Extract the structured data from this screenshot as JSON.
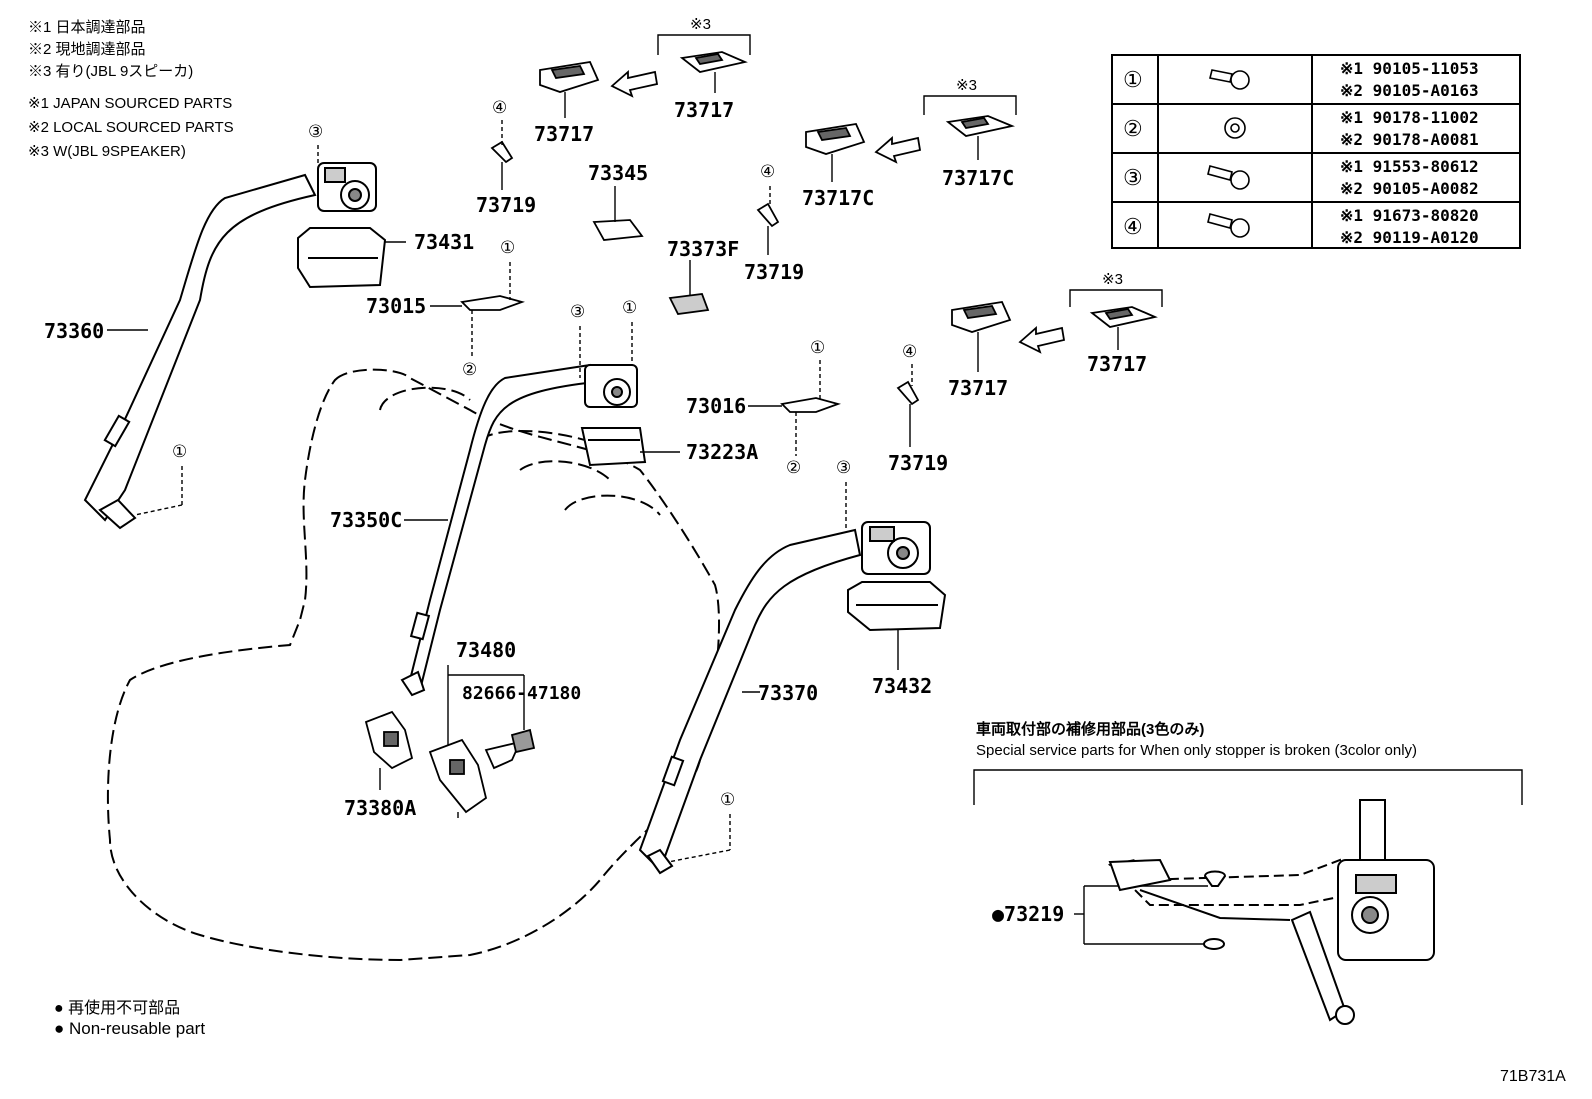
{
  "notes": [
    "※1 日本調達部品",
    "※2 現地調達部品",
    "※3 有り(JBL 9スピーカ)",
    "※1 JAPAN SOURCED PARTS",
    "※2 LOCAL SOURCED PARTS",
    "※3 W(JBL 9SPEAKER)"
  ],
  "mark3": "※3",
  "circles": [
    "①",
    "②",
    "③",
    "④"
  ],
  "parts": {
    "p73717": "73717",
    "p73717c": "73717C",
    "p73719": "73719",
    "p73345": "73345",
    "p73373f": "73373F",
    "p73431": "73431",
    "p73015": "73015",
    "p73360": "73360",
    "p73016": "73016",
    "p73223a": "73223A",
    "p73350c": "73350C",
    "p73480": "73480",
    "p82666": "82666-47180",
    "p73380a": "73380A",
    "p73370": "73370",
    "p73432": "73432",
    "p73219": "●73219"
  },
  "table": [
    {
      "c1": "※1 90105-11053",
      "c2": "※2 90105-A0163"
    },
    {
      "c1": "※1 90178-11002",
      "c2": "※2 90178-A0081"
    },
    {
      "c1": "※1 91553-80612",
      "c2": "※2 90105-A0082"
    },
    {
      "c1": "※1 91673-80820",
      "c2": "※2 90119-A0120"
    }
  ],
  "special": {
    "jp": "車両取付部の補修用部品(3色のみ)",
    "en": "Special service parts for When only stopper is broken (3color only)"
  },
  "legend": {
    "jp": "● 再使用不可部品",
    "en": "● Non-reusable part"
  },
  "diagram_id": "71B731A"
}
